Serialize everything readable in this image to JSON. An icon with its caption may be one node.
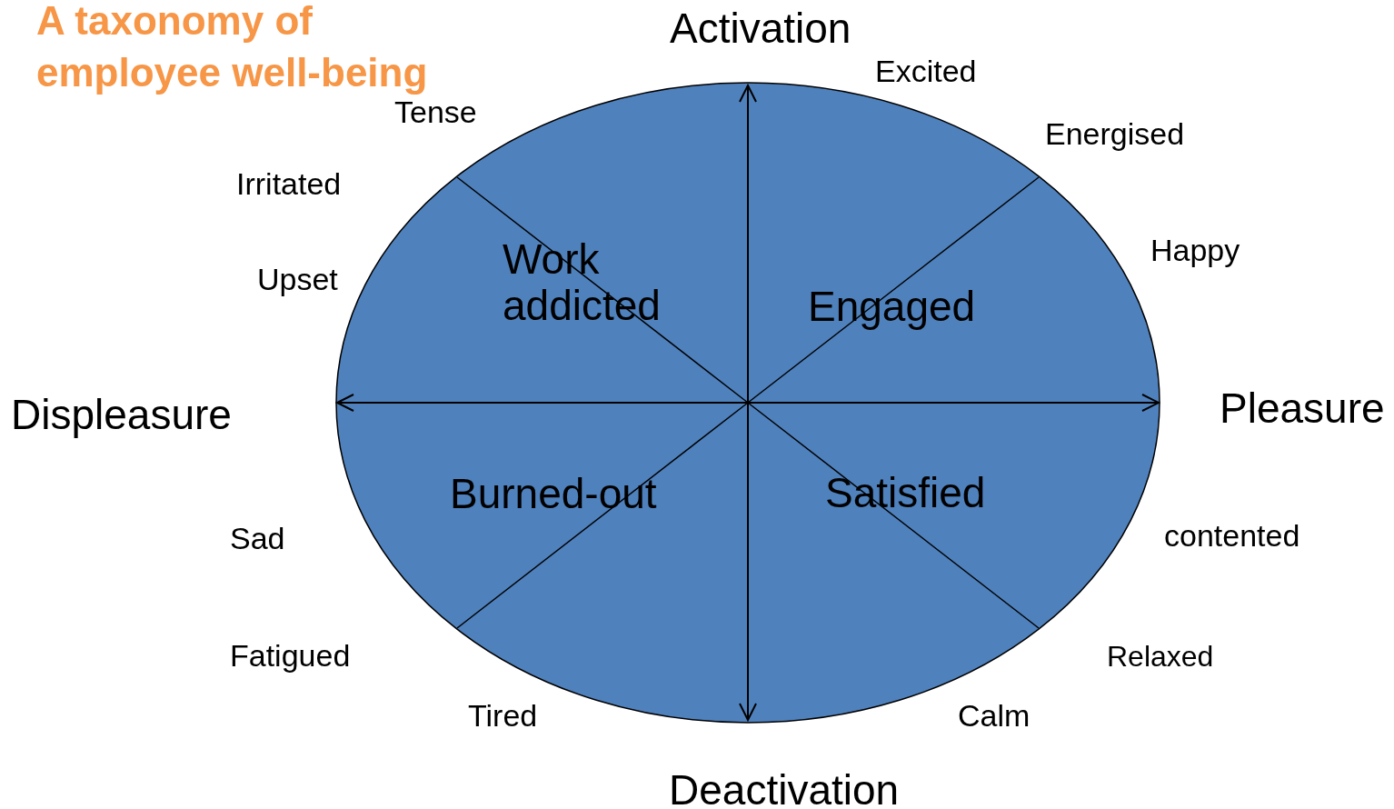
{
  "diagram": {
    "title": "A taxonomy of employee well-being",
    "nodes": [
      {
        "text": [
          "Work addicted",
          "Engaged",
          "Burned-out",
          "Satisfied"
        ]
      }
    ],
    "edges": [],
    "labels": [
      "Activation",
      "Excited",
      "Tense",
      "Energised",
      "Irritated",
      "Happy",
      "Upset",
      "Pleasure",
      "Displeasure",
      "contented",
      "Sad",
      "Fatigued",
      "Relaxed",
      "Tired",
      "Calm",
      "Deactivation"
    ]
  }
}
